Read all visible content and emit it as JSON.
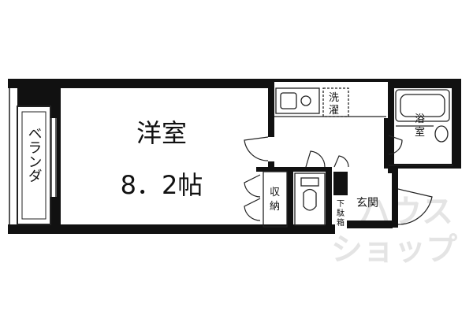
{
  "rooms": {
    "main_room_name": "洋室",
    "main_room_size": "8．2帖",
    "balcony": "ベランダ",
    "storage": [
      "収",
      "納"
    ],
    "laundry": [
      "洗",
      "濯"
    ],
    "bathroom": [
      "浴",
      "室"
    ],
    "entrance": "玄関",
    "shoe_box": [
      "下",
      "駄",
      "箱"
    ]
  },
  "watermark": {
    "line1": "ハウス",
    "line2": "ショップ"
  },
  "colors": {
    "wall": "#111111",
    "line": "#222222",
    "watermark": "#cfcfcf",
    "background": "#ffffff"
  }
}
